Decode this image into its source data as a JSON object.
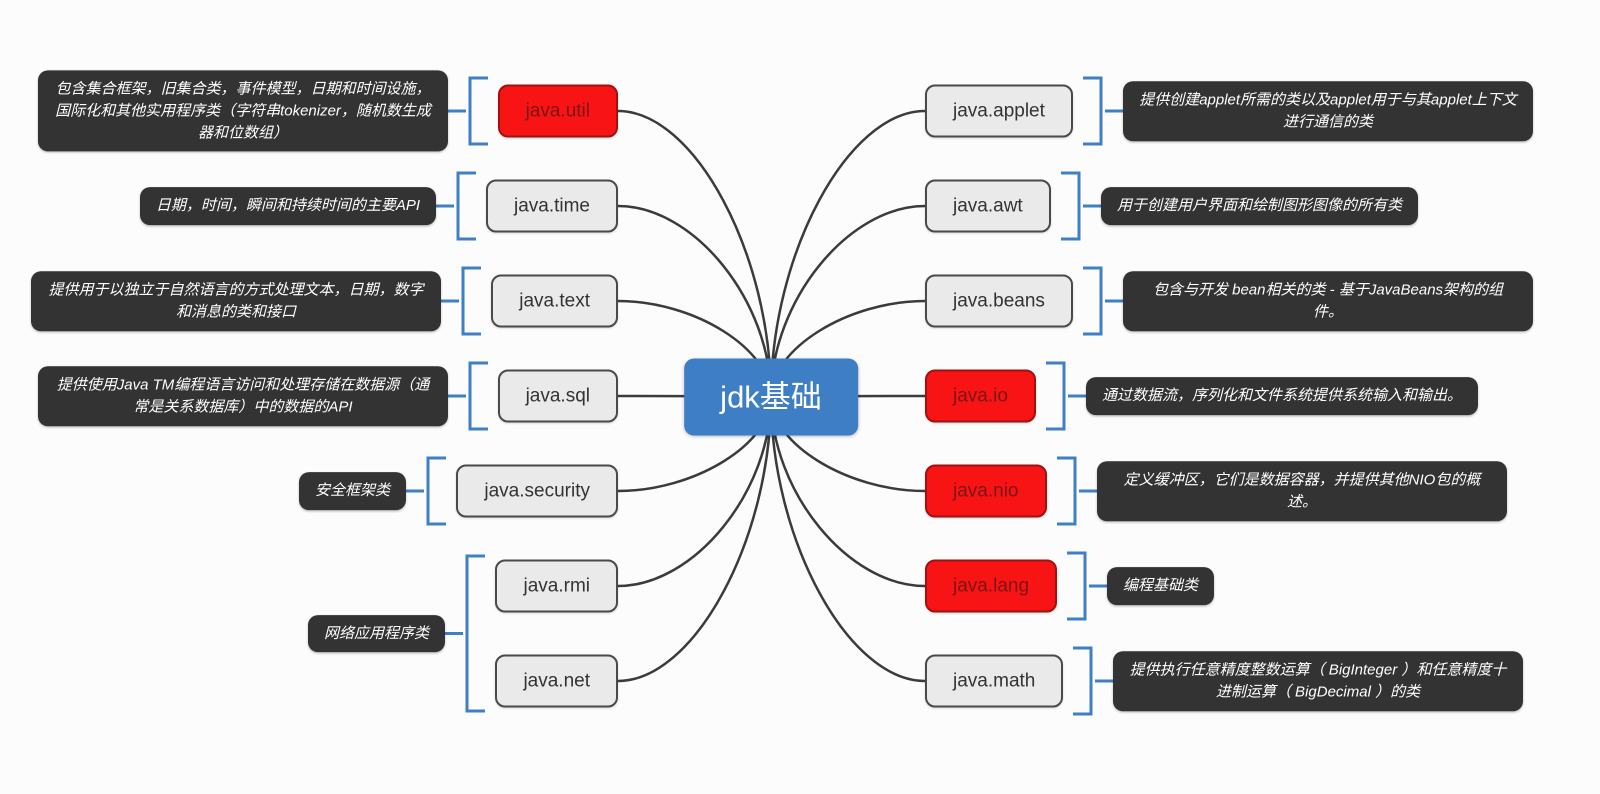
{
  "center": {
    "label": "jdk基础"
  },
  "colors": {
    "background": "#fcfcfc",
    "center_bg": "#3e7ec5",
    "red_node_bg": "#f81414",
    "red_node_border": "#a01212",
    "red_node_text": "#7c1616",
    "gray_node_bg": "#eaeaea",
    "gray_node_border": "#4a4a4a",
    "gray_node_text": "#333333",
    "note_bg": "#333333",
    "note_text": "#ffffff",
    "bracket": "#3e7fc6",
    "edge": "#3b3b3b"
  },
  "left_branches": [
    {
      "label": "java.util",
      "style": "red",
      "note": "包含集合框架，旧集合类，事件模型，日期和时间设施，国际化和其他实用程序类（字符串tokenizer，随机数生成器和位数组）"
    },
    {
      "label": "java.time",
      "style": "gray",
      "note": "日期，时间，瞬间和持续时间的主要API"
    },
    {
      "label": "java.text",
      "style": "gray",
      "note": "提供用于以独立于自然语言的方式处理文本，日期，数字和消息的类和接口"
    },
    {
      "label": "java.sql",
      "style": "gray",
      "note": "提供使用Java TM编程语言访问和处理存储在数据源（通常是关系数据库）中的数据的API"
    },
    {
      "label": "java.security",
      "style": "gray",
      "note": "安全框架类"
    },
    {
      "label": "java.rmi",
      "style": "gray",
      "note": null
    },
    {
      "label": "java.net",
      "style": "gray",
      "note": null
    }
  ],
  "left_group": {
    "label": "网络应用程序类",
    "members": [
      "java.rmi",
      "java.net"
    ]
  },
  "right_branches": [
    {
      "label": "java.applet",
      "style": "gray",
      "note": "提供创建applet所需的类以及applet用于与其applet上下文进行通信的类"
    },
    {
      "label": "java.awt",
      "style": "gray",
      "note": "用于创建用户界面和绘制图形图像的所有类"
    },
    {
      "label": "java.beans",
      "style": "gray",
      "note": "包含与开发 bean相关的类 - 基于JavaBeans架构的组件。"
    },
    {
      "label": "java.io",
      "style": "red",
      "note": "通过数据流，序列化和文件系统提供系统输入和输出。"
    },
    {
      "label": "java.nio",
      "style": "red",
      "note": "定义缓冲区，它们是数据容器，并提供其他NIO包的概述。"
    },
    {
      "label": "java.lang",
      "style": "red",
      "note": "编程基础类"
    },
    {
      "label": "java.math",
      "style": "gray",
      "note": "提供执行任意精度整数运算（ BigInteger ）和任意精度十进制运算（ BigDecimal ）的类"
    }
  ]
}
